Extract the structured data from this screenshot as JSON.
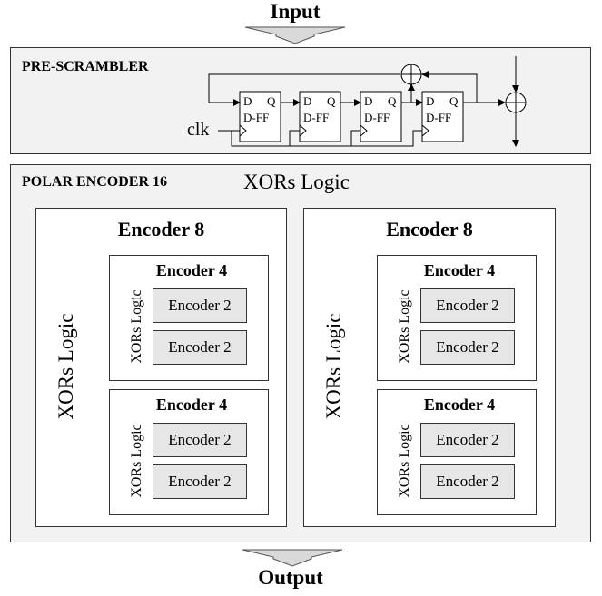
{
  "input_label": "Input",
  "output_label": "Output",
  "prescrambler": {
    "title": "PRE-SCRAMBLER",
    "clk_label": "clk",
    "dff": {
      "d": "D",
      "q": "Q",
      "name": "D-FF"
    }
  },
  "polar": {
    "title": "POLAR ENCODER 16",
    "xors_label": "XORs Logic",
    "encoders8": [
      {
        "title": "Encoder 8",
        "xors_label": "XORs Logic",
        "encoders4": [
          {
            "title": "Encoder 4",
            "xors_label": "XORs Logic",
            "encoders2": [
              "Encoder 2",
              "Encoder 2"
            ]
          },
          {
            "title": "Encoder 4",
            "xors_label": "XORs Logic",
            "encoders2": [
              "Encoder 2",
              "Encoder 2"
            ]
          }
        ]
      },
      {
        "title": "Encoder 8",
        "xors_label": "XORs Logic",
        "encoders4": [
          {
            "title": "Encoder 4",
            "xors_label": "XORs Logic",
            "encoders2": [
              "Encoder 2",
              "Encoder 2"
            ]
          },
          {
            "title": "Encoder 4",
            "xors_label": "XORs Logic",
            "encoders2": [
              "Encoder 2",
              "Encoder 2"
            ]
          }
        ]
      }
    ]
  },
  "colors": {
    "panel_bg": "#f2f2f2",
    "block_bg": "#ffffff",
    "enc2_bg": "#e6e6e6",
    "arrow_fill": "#d9d9d9"
  }
}
